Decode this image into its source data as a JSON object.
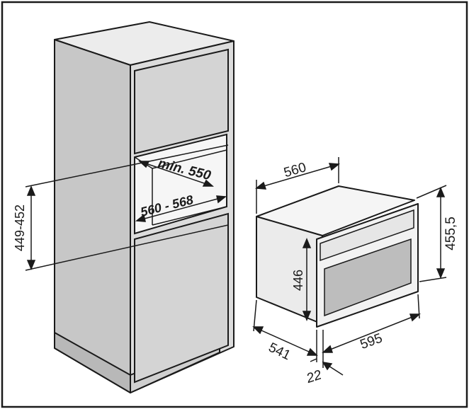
{
  "diagram": {
    "cabinet": {
      "niche_depth": "min. 550",
      "niche_width": "560 - 568",
      "niche_height": "449-452"
    },
    "appliance": {
      "width": "560",
      "height": "455,5",
      "front_height": "446",
      "depth": "541",
      "front_width": "595",
      "panel_thickness": "22"
    },
    "colors": {
      "line": "#1a1a1a",
      "cabinet_face": "#dcdcdc",
      "cabinet_top": "#ececec",
      "cabinet_side": "#c7c7c7",
      "niche_interior": "#f6f6f6",
      "appliance_body": "#f2f2f2",
      "window": "#bdbdbd"
    }
  }
}
